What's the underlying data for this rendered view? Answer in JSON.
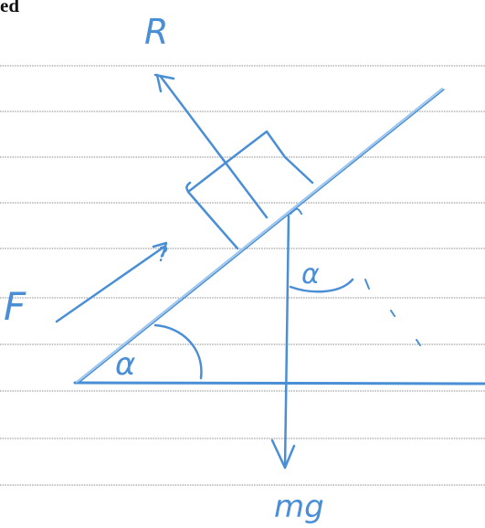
{
  "page": {
    "header_text": "ed"
  },
  "diagram": {
    "labels": {
      "reaction": "R",
      "applied_force": "F",
      "weight": "mg",
      "incline_angle": "α",
      "weight_angle": "α",
      "question_mark": "?"
    },
    "colors": {
      "ink": "#4a8fd6",
      "ink_light": "#9cc6ee",
      "ruled_lines": "#8a8a8a",
      "paper": "#ffffff"
    }
  }
}
